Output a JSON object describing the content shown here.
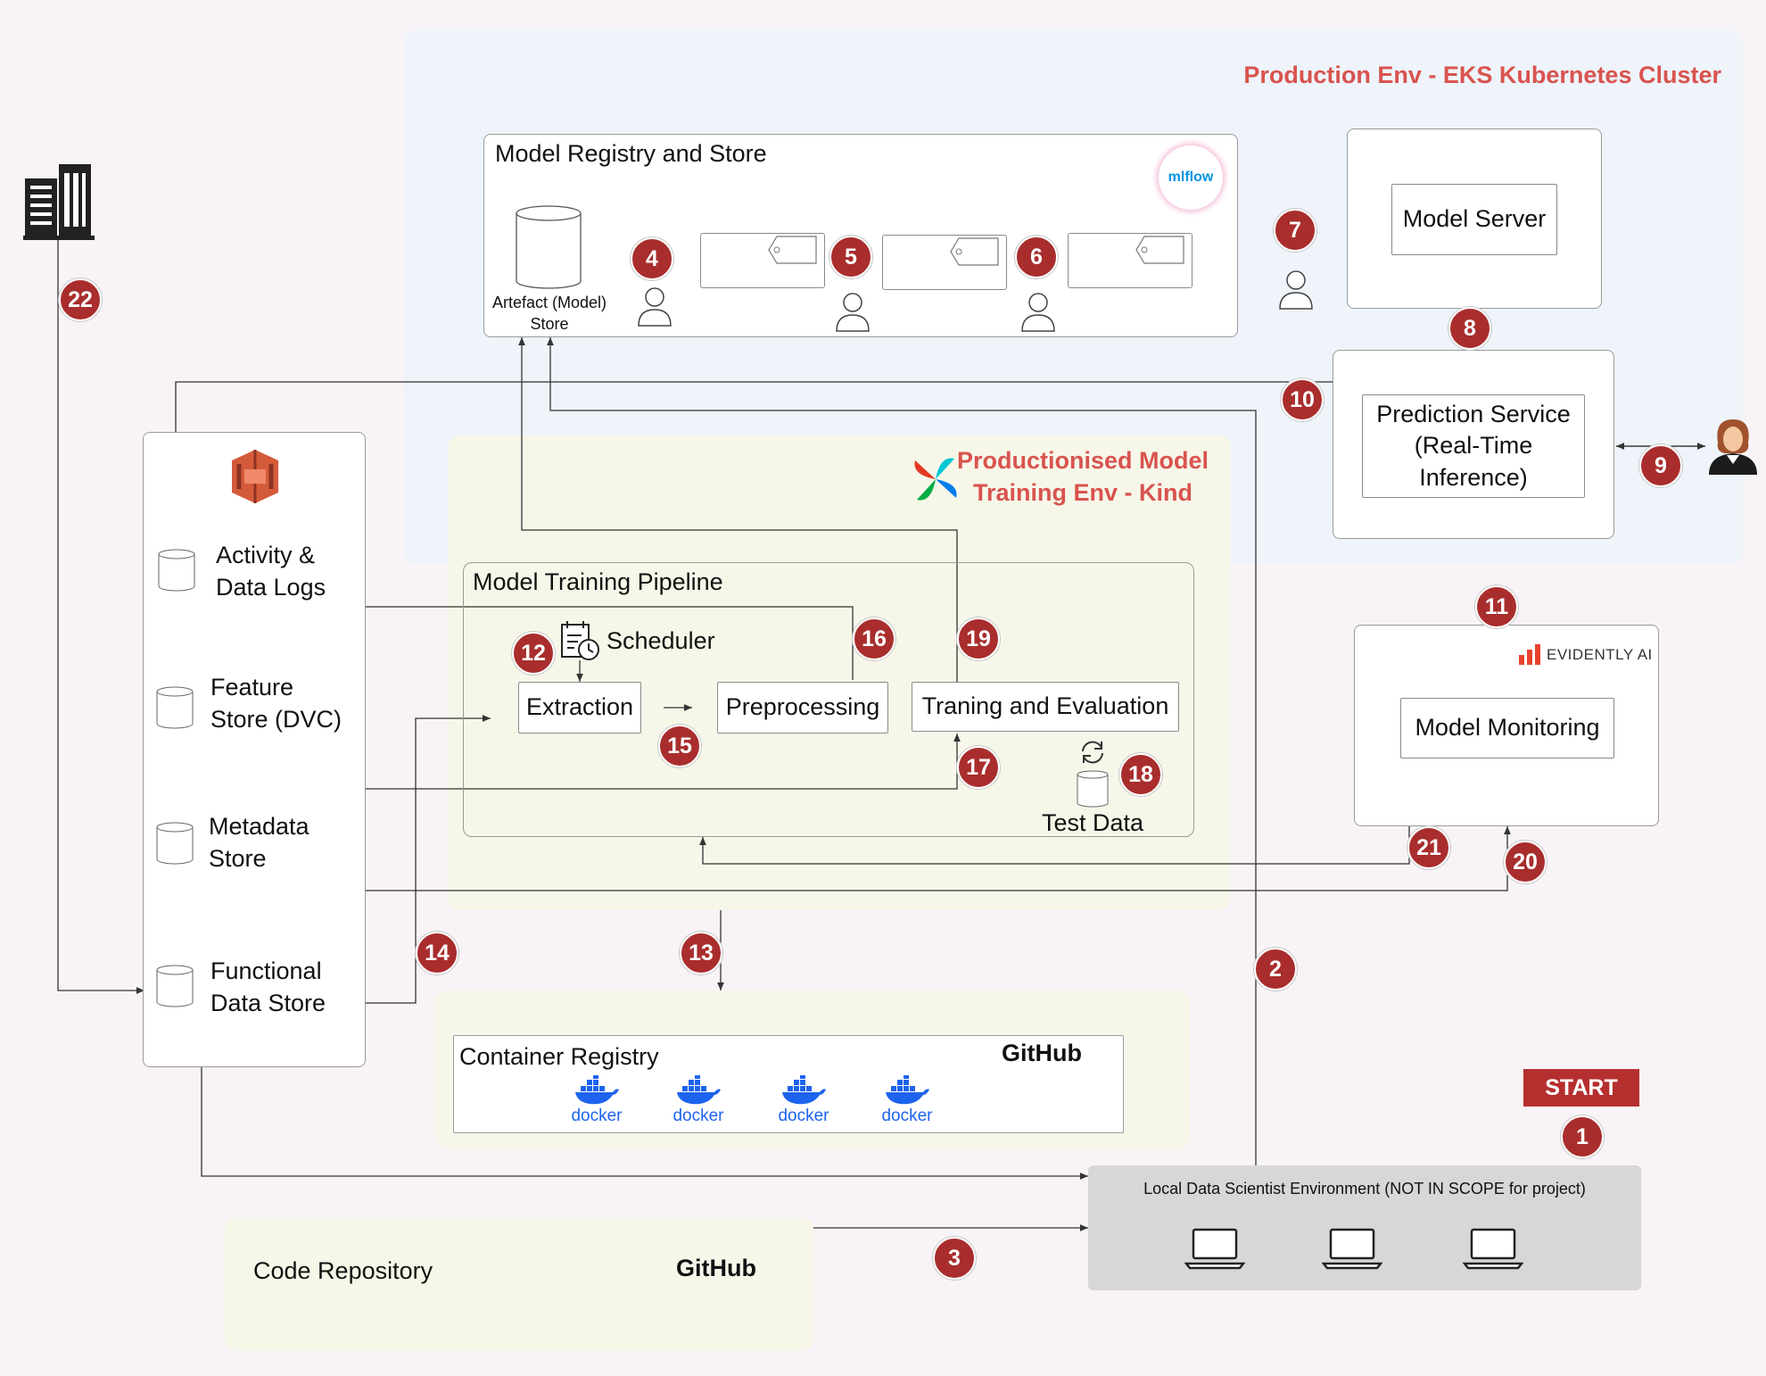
{
  "zones": {
    "production_title": "Production Env - EKS Kubernetes Cluster",
    "training_title_line1": "Productionised Model",
    "training_title_line2": "Training Env -  Kind",
    "code_repo_label": "Code Repository",
    "code_repo_brand": "GitHub"
  },
  "model_registry": {
    "title": "Model Registry and Store",
    "artefact_line1": "Artefact (Model)",
    "artefact_line2": "Store",
    "mlflow_logo": "mlflow"
  },
  "model_server": {
    "label": "Model Server"
  },
  "prediction_service": {
    "line1": "Prediction Service",
    "line2": "(Real-Time",
    "line3": "Inference)"
  },
  "data_store": {
    "activity_line1": "Activity &",
    "activity_line2": "Data Logs",
    "feature_line1": "Feature",
    "feature_line2": "Store (DVC)",
    "metadata_line1": "Metadata",
    "metadata_line2": "Store",
    "functional_line1": "Functional",
    "functional_line2": "Data Store"
  },
  "pipeline": {
    "title": "Model Training Pipeline",
    "scheduler": "Scheduler",
    "extraction": "Extraction",
    "preprocessing": "Preprocessing",
    "training": "Traning and Evaluation",
    "test_data": "Test Data"
  },
  "monitoring": {
    "brand": "EVIDENTLY AI",
    "label": "Model Monitoring"
  },
  "container_registry": {
    "title": "Container Registry",
    "brand": "GitHub",
    "docker_label": "docker"
  },
  "local_env": {
    "label": "Local Data Scientist Environment (NOT IN SCOPE for project)",
    "start": "START"
  },
  "badges": {
    "b1": "1",
    "b2": "2",
    "b3": "3",
    "b4": "4",
    "b5": "5",
    "b6": "6",
    "b7": "7",
    "b8": "8",
    "b9": "9",
    "b10": "10",
    "b11": "11",
    "b12": "12",
    "b13": "13",
    "b14": "14",
    "b15": "15",
    "b16": "16",
    "b17": "17",
    "b18": "18",
    "b19": "19",
    "b20": "20",
    "b21": "21",
    "b22": "22"
  },
  "colors": {
    "accent_red": "#d9534f",
    "badge_red": "#a92d2d",
    "aws_orange": "#d45b3a",
    "docker_blue": "#1d63ed"
  }
}
